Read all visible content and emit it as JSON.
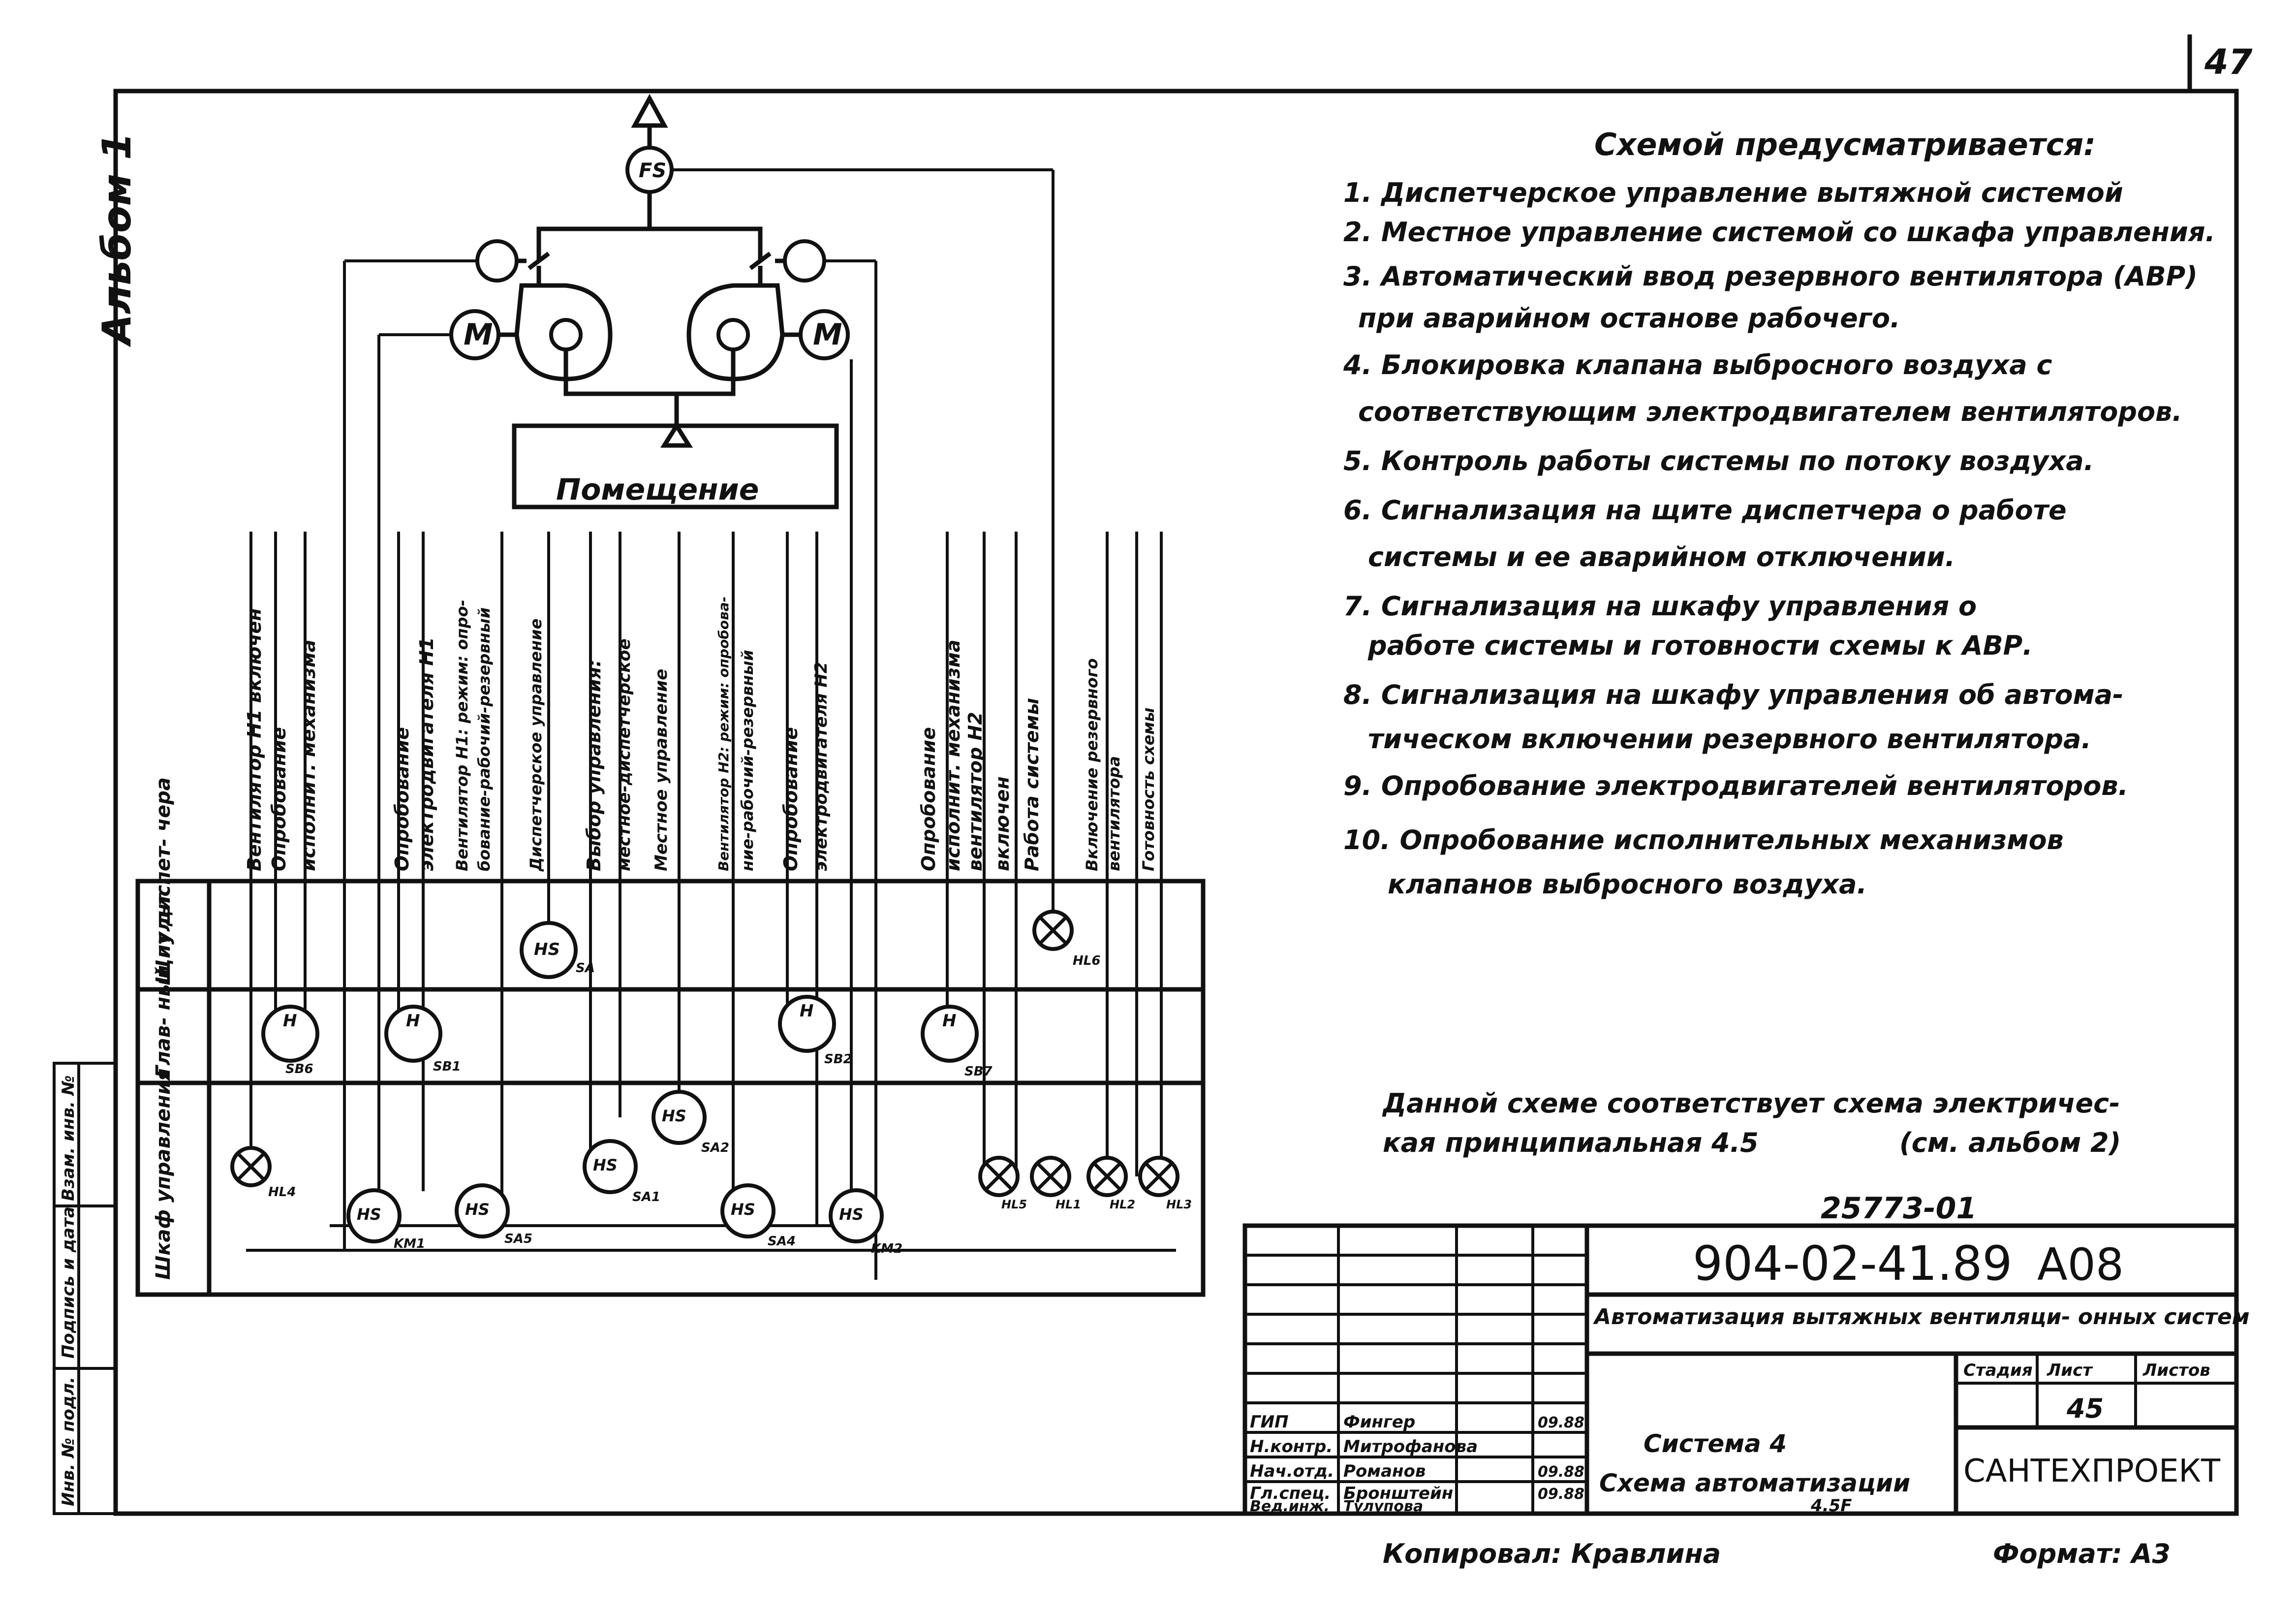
{
  "sheet_number_corner": "47",
  "album_vertical": "Альбом 1",
  "left_stamp": [
    "Инв. № подл.",
    "Подпись и дата",
    "Взам. инв. №"
  ],
  "rooms": {
    "room_label": "Помещение"
  },
  "devices": {
    "fs": "FS",
    "motor": "M",
    "h": "H",
    "hs": "HS",
    "tags": {
      "sb6": "SB6",
      "sb1": "SB1",
      "sb2": "SB2",
      "sb7": "SB7",
      "sa": "SA",
      "sa1": "SA1",
      "sa2": "SA2",
      "sa4": "SA4",
      "sa5": "SA5",
      "km1": "KM1",
      "km2": "KM2",
      "hl4": "HL4",
      "hl5": "HL5",
      "hl1": "HL1",
      "hl2": "HL2",
      "hl3": "HL3",
      "hl6": "HL6"
    }
  },
  "rows": [
    "Щит диспет- чера",
    "Глав- ный пульт",
    "Шкаф управления"
  ],
  "column_labels": [
    "Вентилятор Н1 включен",
    "Опробование",
    "исполнит. механизма",
    "Опробование",
    "электродвигателя Н1",
    "Вентилятор Н1: режим: опро-",
    "бование-рабочий-резервный",
    "Диспетчерское управление",
    "Выбор управления:",
    "местное-диспетчерское",
    "Местное управление",
    "Вентилятор Н2: режим: опробова-",
    "ние-рабочий-резервный",
    "Опробование",
    "электродвигателя Н2",
    "Опробование",
    "исполнит. механизма",
    "вентилятор Н2",
    "включен",
    "Работа системы",
    "Включение резервного",
    "вентилятора",
    "Готовность схемы"
  ],
  "notes": {
    "heading": "Схемой предусматривается:",
    "items": [
      "1. Диспетчерское управление вытяжной системой",
      "2. Местное управление системой со шкафа управления.",
      "3. Автоматический ввод резервного вентилятора (АВР)",
      "при аварийном останове рабочего.",
      "4. Блокировка клапана выбросного воздуха с",
      "соответствующим электродвигателем вентиляторов.",
      "5. Контроль работы системы по потоку воздуха.",
      "6. Сигнализация на щите диспетчера о работе",
      "системы и ее аварийном отключении.",
      "7. Сигнализация на шкафу управления о",
      "работе системы и готовности схемы к АВР.",
      "8. Сигнализация на шкафу управления об автома-",
      "тическом включении резервного вентилятора.",
      "9. Опробование электродвигателей вентиляторов.",
      "10. Опробование исполнительных механизмов",
      "клапанов выбросного воздуха."
    ],
    "reference_1": "Данной схеме соответствует схема электричес-",
    "reference_2": "кая принципиальная 4.5",
    "reference_3": "(см. альбом 2)"
  },
  "inventory_number": "25773-01",
  "title_block": {
    "doc_code": "904-02-41.89",
    "set_code": "А08",
    "project_title": "Автоматизация вытяжных вентиляци- онных систем",
    "stage_header": "Стадия",
    "sheet_header": "Лист",
    "sheets_header": "Листов",
    "sheet_value": "45",
    "system": "Система 4",
    "drawing_title": "Схема автоматизации",
    "drawing_sub": "4.5F",
    "org": "САНТЕХПРОЕКТ",
    "signers": [
      {
        "role": "ГИП",
        "name": "Фингер",
        "date": "09.88"
      },
      {
        "role": "Н.контр.",
        "name": "Митрофанова",
        "date": ""
      },
      {
        "role": "Нач.отд.",
        "name": "Романов",
        "date": "09.88"
      },
      {
        "role": "Гл.спец.",
        "name": "Бронштейн",
        "date": "09.88"
      },
      {
        "role": "Вед.инж.",
        "name": "Тулупова",
        "date": ""
      }
    ]
  },
  "footer": {
    "copied_by": "Копировал: Кравлина",
    "format": "Формат: А3"
  }
}
